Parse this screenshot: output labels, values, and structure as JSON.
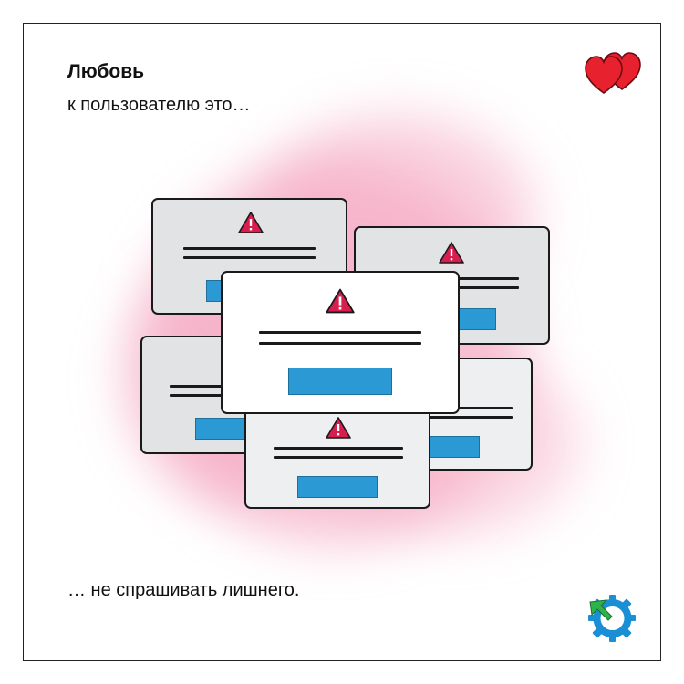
{
  "header": {
    "title": "Любовь",
    "subtitle": "к пользователю это…"
  },
  "footer": {
    "text": "… не спрашивать лишнего."
  },
  "icons": {
    "hearts": "hearts-icon",
    "warning": "warning-triangle-icon",
    "logo": "gear-arrow-logo"
  },
  "colors": {
    "background": "#ffffff",
    "blush": "#f3a0bc",
    "heart": "#e8212f",
    "warning": "#d81e4f",
    "dialog_gray": "#e2e3e5",
    "button_blue": "#2b9ad4",
    "logo_blue": "#1a8fd6",
    "logo_green": "#2db34a"
  }
}
